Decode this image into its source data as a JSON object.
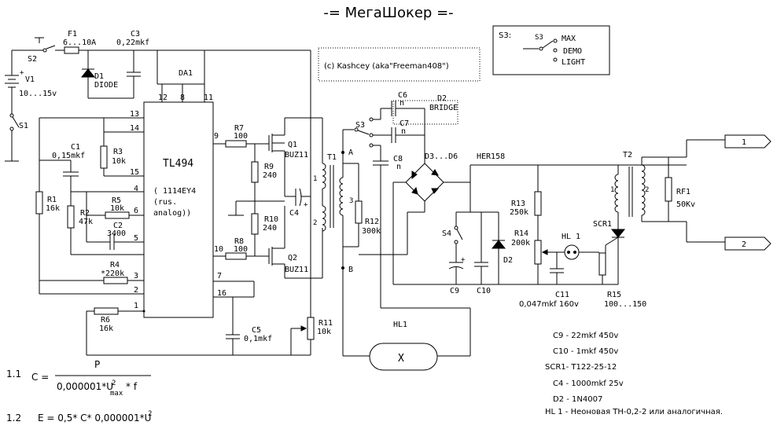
{
  "title": "-= МегаШокер =-",
  "copyright": "(c) Kashcey (aka\"Freeman408\")",
  "s3_box": {
    "label": "S3:",
    "switch": "S3",
    "opt1": "MAX",
    "opt2": "DEMO",
    "opt3": "LIGHT"
  },
  "components": {
    "s2": "S2",
    "f1_name": "F1",
    "f1_val": "6...10A",
    "c3_name": "C3",
    "c3_val": "0,22mkf",
    "d1_name": "D1",
    "d1_val": "DIODE",
    "v1_name": "V1",
    "v1_val": "10...15v",
    "s1": "S1",
    "da1": "DA1",
    "ic_name": "TL494",
    "ic_alt1": "( 1114EY4",
    "ic_alt2": "(rus.",
    "ic_alt3": "analog))",
    "c1_name": "C1",
    "c1_val": "0,15mkf",
    "r3_name": "R3",
    "r3_val": "10k",
    "r1_name": "R1",
    "r1_val": "16k",
    "r2_name": "R2",
    "r2_val": "47k",
    "r5_name": "R5",
    "r5_val": "10k",
    "c2_name": "C2",
    "c2_val": "3400",
    "r4_name": "R4",
    "r4_val": "*220k",
    "r6_name": "R6",
    "r6_val": "16k",
    "r7_name": "R7",
    "r7_val": "100",
    "r9_name": "R9",
    "r9_val": "240",
    "r10_name": "R10",
    "r10_val": "240",
    "r8_name": "R8",
    "r8_val": "100",
    "q1_name": "Q1",
    "q1_val": "BUZ11",
    "q2_name": "Q2",
    "q2_val": "BUZ11",
    "c4_name": "C4",
    "c5_name": "C5",
    "c5_val": "0,1mkf",
    "r11_name": "R11",
    "r11_val": "10k",
    "t1": "T1",
    "r12_name": "R12",
    "r12_val": "300k",
    "pt_a": "A",
    "pt_b": "B",
    "s3": "S3",
    "c6_name": "C6",
    "c6_val": "n",
    "c7_name": "C7",
    "c7_val": "n",
    "c8_name": "C8",
    "c8_val": "n",
    "d2_name": "D2",
    "d2_val": "BRIDGE",
    "d3d6": "D3...D6",
    "her": "HER158",
    "s4": "S4",
    "c9": "C9",
    "c10": "C10",
    "d2b": "D2",
    "r13_name": "R13",
    "r13_val": "250k",
    "r14_name": "R14",
    "r14_val": "200k",
    "hl1_small": "HL 1",
    "c11_name": "C11",
    "c11_val": "0,047mkf 160v",
    "scr1": "SCR1",
    "r15_name": "R15",
    "r15_val": "100...150",
    "t2": "T2",
    "rf1_name": "RF1",
    "rf1_val": "50Kv",
    "hl1_big": "HL1",
    "out1": "1",
    "out2": "2",
    "pin_w1": "1",
    "pin_w2": "2",
    "pin_w3": "3",
    "pin_t2_1": "1",
    "pin_t2_2": "2"
  },
  "ic_pins": {
    "p13": "13",
    "p14": "14",
    "p15": "15",
    "p4": "4",
    "p6": "6",
    "p5": "5",
    "p3": "3",
    "p2": "2",
    "p1": "1",
    "p12": "12",
    "p8": "8",
    "p11": "11",
    "p9": "9",
    "p10": "10",
    "p7": "7",
    "p16": "16"
  },
  "notes": {
    "c9": "C9 - 22mkf 450v",
    "c10": "C10 - 1mkf 450v",
    "scr1": "SCR1- T122-25-12",
    "c4": "C4 - 1000mkf 25v",
    "d2": "D2 - 1N4007",
    "hl1": "HL 1 - Неоновая ТН-0,2-2 или аналогичная."
  },
  "formulas": {
    "n1": "1.1",
    "c_eq": "C =",
    "num": "P",
    "den": "0,000001*U",
    "den_sub": "max",
    "den_sup": "2",
    "den_end": "* f",
    "n2": "1.2",
    "e_eq": "E = 0,5* C* 0,000001*U",
    "e_sup": "2"
  }
}
